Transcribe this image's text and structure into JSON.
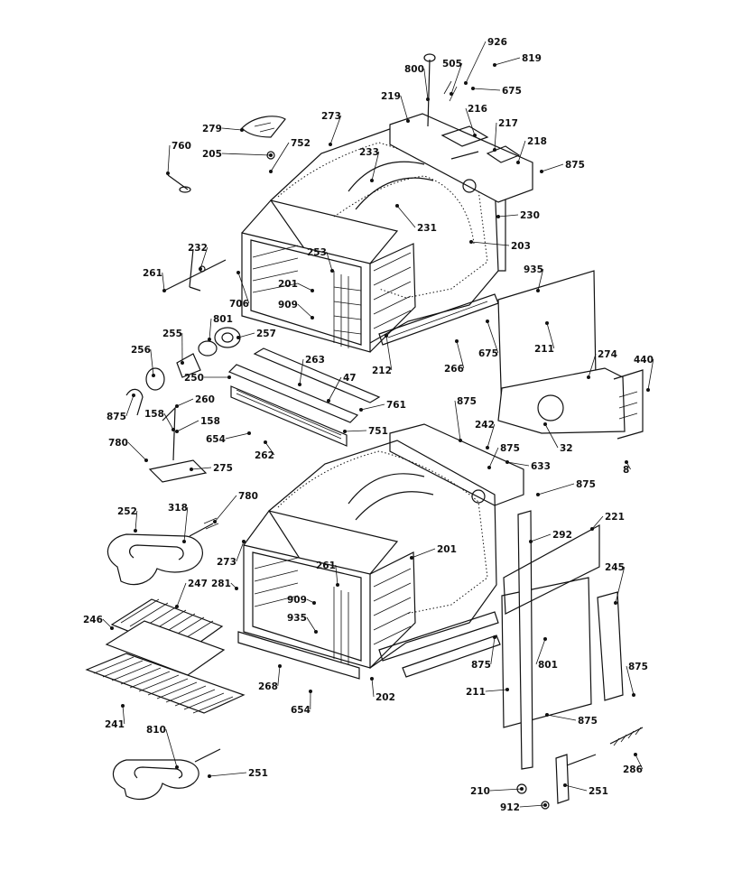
{
  "diagram": {
    "labels": [
      "926",
      "819",
      "800",
      "505",
      "675",
      "219",
      "216",
      "217",
      "218",
      "875",
      "279",
      "760",
      "205",
      "752",
      "273",
      "233",
      "231",
      "230",
      "203",
      "232",
      "253",
      "261",
      "706",
      "201",
      "909",
      "935",
      "211",
      "801",
      "255",
      "257",
      "256",
      "250",
      "263",
      "47",
      "761",
      "274",
      "440",
      "875",
      "260",
      "875",
      "158",
      "158",
      "875",
      "242",
      "751",
      "654",
      "262",
      "780",
      "275",
      "32",
      "633",
      "875",
      "8",
      "252",
      "318",
      "780",
      "221",
      "273",
      "292",
      "245",
      "281",
      "261",
      "909",
      "247",
      "246",
      "935",
      "201",
      "268",
      "875",
      "241",
      "654",
      "202",
      "801",
      "875",
      "211",
      "875",
      "810",
      "286",
      "251",
      "210",
      "251",
      "912",
      "266",
      "212",
      "675"
    ]
  }
}
